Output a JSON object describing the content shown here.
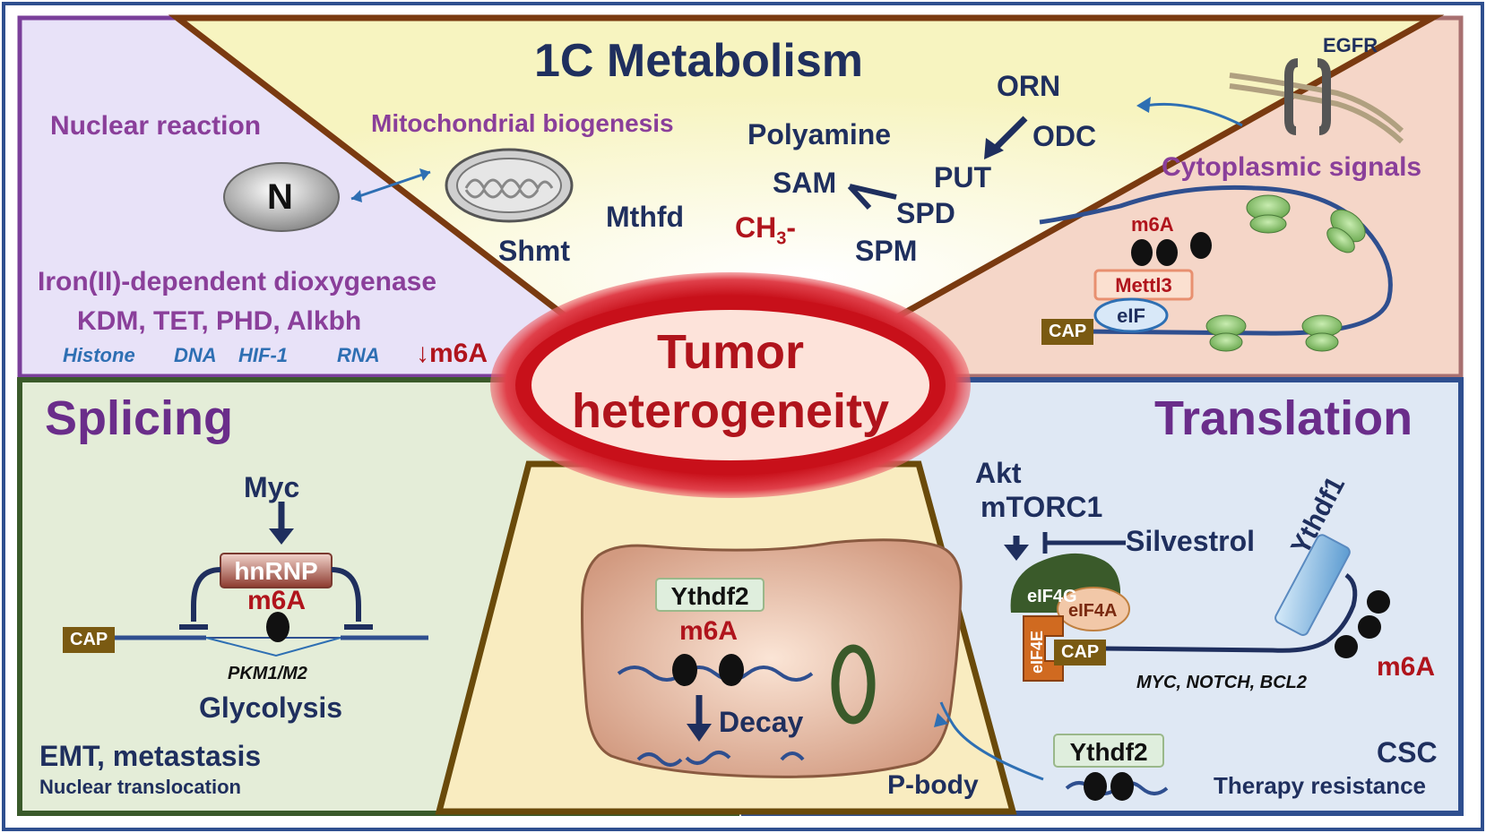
{
  "center": {
    "line1": "Tumor",
    "line2": "heterogeneity"
  },
  "top": {
    "title": "1C Metabolism",
    "mito": "Mitochondrial biogenesis",
    "mthfd": "Mthfd",
    "shmt": "Shmt",
    "polyamine": "Polyamine",
    "sam": "SAM",
    "ch3": "CH",
    "ch3_sub": "3",
    "ch3_suffix": "-",
    "orn": "ORN",
    "odc": "ODC",
    "put": "PUT",
    "spd": "SPD",
    "spm": "SPM"
  },
  "left_top": {
    "title": "Nuclear reaction",
    "nucleus": "N",
    "iron": "Iron(II)-dependent dioxygenase",
    "enzymes": "KDM, TET, PHD, Alkbh",
    "targets": [
      "Histone",
      "DNA",
      "HIF-1",
      "RNA"
    ],
    "m6a_down": "↓m6A"
  },
  "right_top": {
    "egfr": "EGFR",
    "title": "Cytoplasmic signals",
    "m6a": "m6A",
    "mettl3": "Mettl3",
    "eif": "eIF",
    "cap": "CAP"
  },
  "left_bottom": {
    "title": "Splicing",
    "myc": "Myc",
    "hnrnp": "hnRNP",
    "m6a": "m6A",
    "cap": "CAP",
    "pkm": "PKM1/M2",
    "glycolysis": "Glycolysis",
    "emt": "EMT, metastasis",
    "nuclear_trans": "Nuclear translocation"
  },
  "bottom_center": {
    "ythdf2": "Ythdf2",
    "m6a": "m6A",
    "decay": "Decay",
    "pbody": "P-body"
  },
  "right_bottom": {
    "title": "Translation",
    "akt": "Akt",
    "mtorc1": "mTORC1",
    "silvestrol": "Silvestrol",
    "eif4g": "eIF4G",
    "eif4a": "eIF4A",
    "eif4e": "eIF4E",
    "cap": "CAP",
    "ythdf1": "Ythdf1",
    "m6a": "m6A",
    "targets": "MYC, NOTCH, BCL2",
    "ythdf2": "Ythdf2",
    "csc": "CSC",
    "therapy": "Therapy resistance"
  },
  "colors": {
    "frame": "#2f4f8f",
    "top_bg": "#f8f6c8",
    "left_top_bg": "#e8e2f8",
    "right_top_bg": "#f5d6c8",
    "left_bottom_bg": "#e4edd8",
    "right_bottom_bg": "#dfe8f4",
    "center_red": "#c8101a",
    "navy": "#1f2f5e",
    "purple": "#8a3f9a",
    "red_text": "#b0141c"
  }
}
